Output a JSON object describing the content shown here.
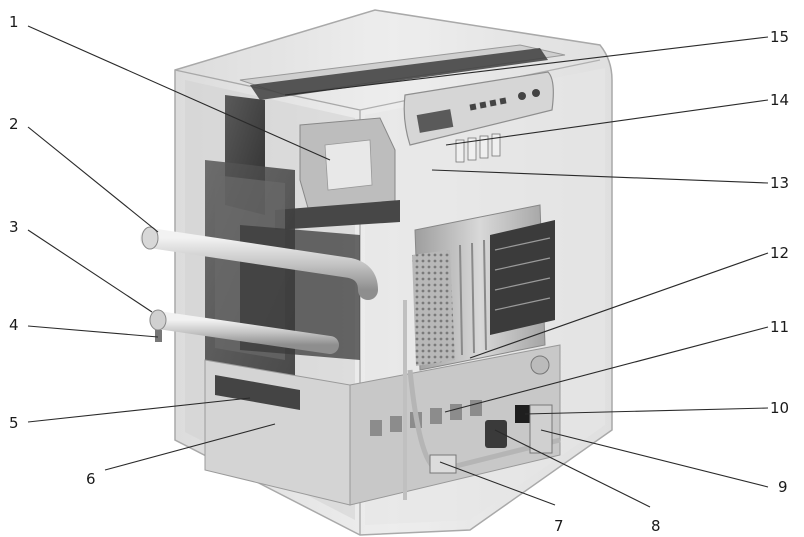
{
  "callouts": [
    {
      "id": 1,
      "label": "1"
    },
    {
      "id": 2,
      "label": "2"
    },
    {
      "id": 3,
      "label": "3"
    },
    {
      "id": 4,
      "label": "4"
    },
    {
      "id": 5,
      "label": "5"
    },
    {
      "id": 6,
      "label": "6"
    },
    {
      "id": 7,
      "label": "7"
    },
    {
      "id": 8,
      "label": "8"
    },
    {
      "id": 9,
      "label": "9"
    },
    {
      "id": 10,
      "label": "10"
    },
    {
      "id": 11,
      "label": "11"
    },
    {
      "id": 12,
      "label": "12"
    },
    {
      "id": 13,
      "label": "13"
    },
    {
      "id": 14,
      "label": "14"
    },
    {
      "id": 15,
      "label": "15"
    }
  ],
  "colors": {
    "casing": "#e3e3e3",
    "casing_edge": "#9a9a9a",
    "dark_component": "#4a4a4a",
    "pipe": "#c9c9c9",
    "text": "#1a1a1a"
  }
}
